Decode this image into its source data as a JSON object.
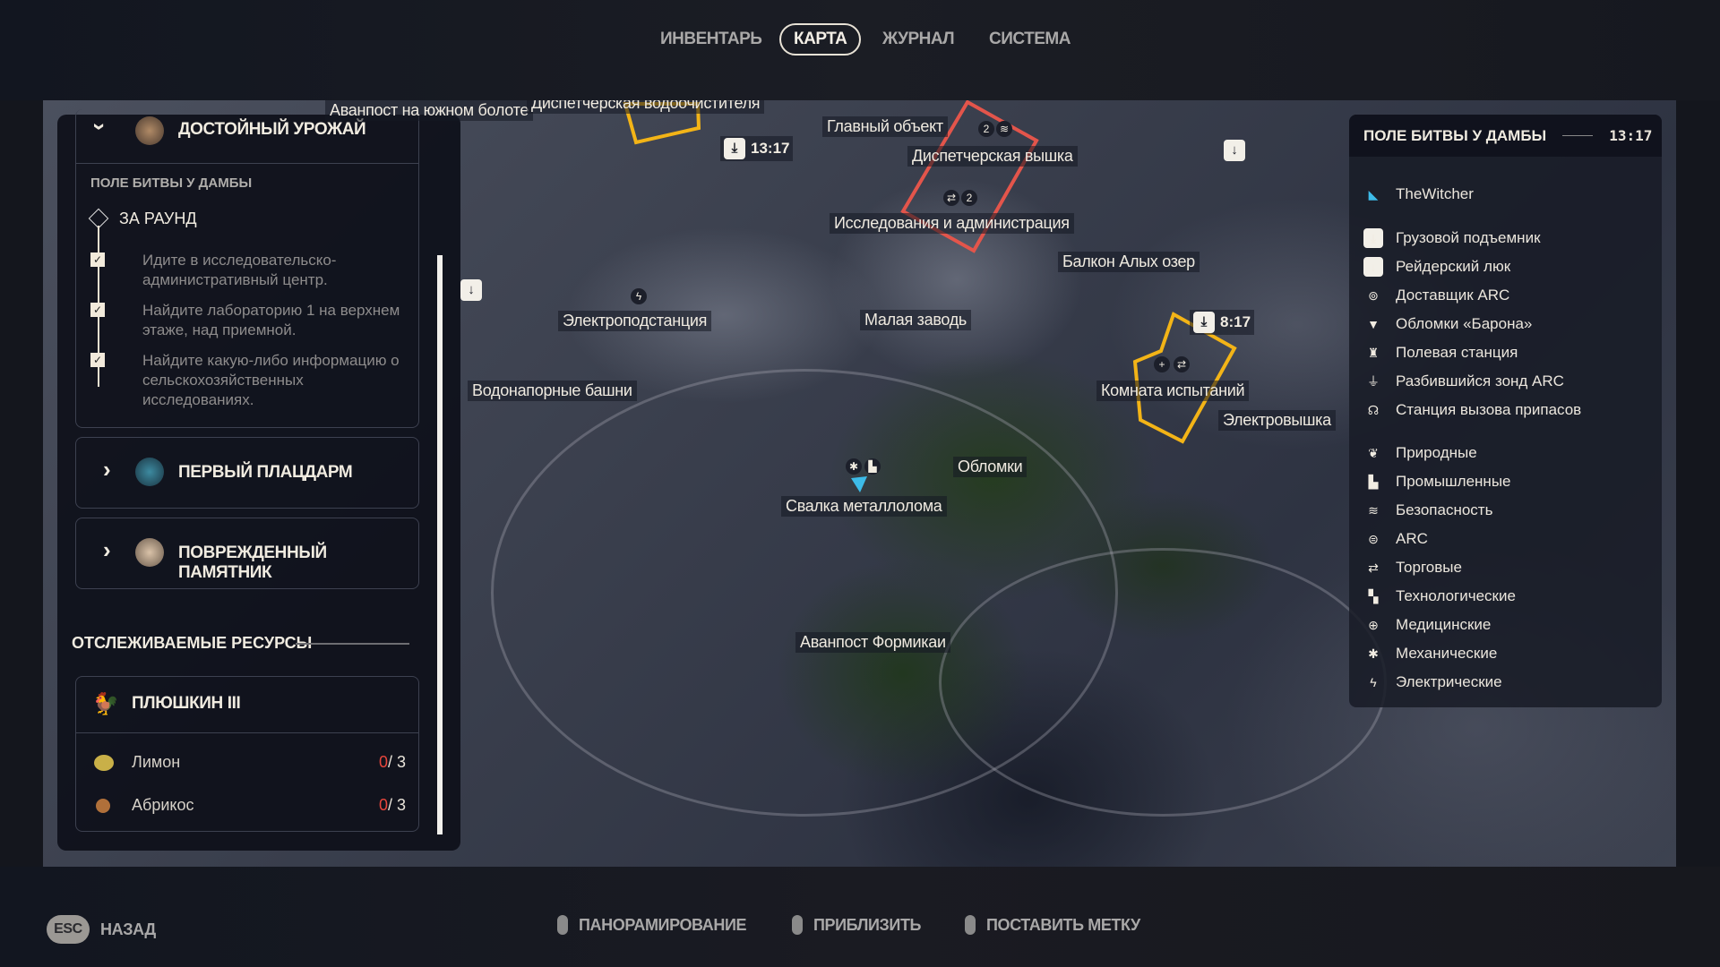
{
  "tabs": [
    {
      "label": "ИНВЕНТАРЬ"
    },
    {
      "label": "КАРТА",
      "active": true
    },
    {
      "label": "ЖУРНАЛ"
    },
    {
      "label": "СИСТЕМА"
    }
  ],
  "map": {
    "labels": [
      "Аванпост на южном болоте",
      "Диспетчерская водоочистителя",
      "Главный объект",
      "Диспетчерская вышка",
      "Исследования и администрация",
      "Балкон Алых озер",
      "Электроподстанция",
      "Малая заводь",
      "Водонапорные башни",
      "Комната испытаний",
      "Электровышка",
      "Обломки",
      "Свалка металлолома",
      "Аванпост Формикаи"
    ],
    "timers": [
      "13:17",
      "8:17"
    ]
  },
  "quests": {
    "expanded": {
      "title": "ДОСТОЙНЫЙ УРОЖАЙ",
      "location": "ПОЛЕ БИТВЫ У ДАМБЫ",
      "stage": "ЗА РАУНД",
      "tasks": [
        {
          "text": "Идите в исследовательско-административный центр.",
          "done": true
        },
        {
          "text": "Найдите лабораторию 1 на верхнем этаже, над приемной.",
          "done": true
        },
        {
          "text": "Найдите какую-либо информацию о сельскохозяйственных исследованиях.",
          "done": true
        }
      ]
    },
    "collapsed": [
      {
        "title": "ПЕРВЫЙ ПЛАЦДАРМ"
      },
      {
        "title": "ПОВРЕЖДЕННЫЙ ПАМЯТНИК"
      }
    ]
  },
  "resources": {
    "heading": "ОТСЛЕЖИВАЕМЫЕ РЕСУРСЫ",
    "group": "ПЛЮШКИН III",
    "items": [
      {
        "name": "Лимон",
        "have": "0",
        "need": "/ 3"
      },
      {
        "name": "Абрикос",
        "have": "0",
        "need": "/ 3"
      }
    ]
  },
  "legend": {
    "title": "ПОЛЕ БИТВЫ У ДАМБЫ",
    "time": "13:17",
    "player": "TheWitcher",
    "points": [
      "Грузовой подъемник",
      "Рейдерский люк",
      "Доставщик ARC",
      "Обломки «Барона»",
      "Полевая станция",
      "Разбившийся зонд ARC",
      "Станция вызова припасов"
    ],
    "categories": [
      "Природные",
      "Промышленные",
      "Безопасность",
      "ARC",
      "Торговые",
      "Технологические",
      "Медицинские",
      "Механические",
      "Электрические"
    ]
  },
  "hints": {
    "esc_key": "ESC",
    "back": "НАЗАД",
    "pan": "ПАНОРАМИРОВАНИЕ",
    "zoom": "ПРИБЛИЗИТЬ",
    "mark": "ПОСТАВИТЬ МЕТКУ"
  },
  "colors": {
    "accent_red": "#e8463c",
    "zone_yellow": "#f3b417",
    "zone_red": "#e3554b",
    "player": "#3dbbe8"
  }
}
